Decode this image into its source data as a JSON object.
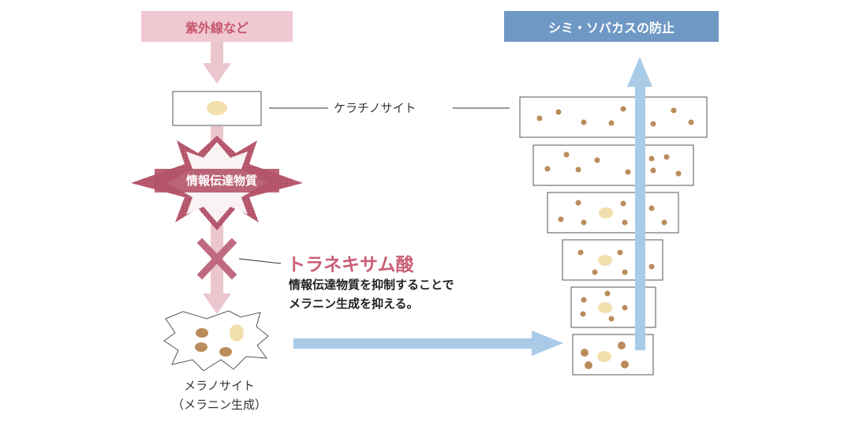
{
  "top_left_label": "紫外線など",
  "top_right_label": "シミ・ソバカスの防止",
  "keratinocyte_label": "ケラチノサイト",
  "burst_label": "情報伝達物質",
  "inhibitor": {
    "name": "トラネキサム酸",
    "effect_line1": "情報伝達物質を抑制することで",
    "effect_line2": "メラニン生成を抑える。"
  },
  "melanocyte_label": "メラノサイト",
  "melanocyte_sublabel": "（メラニン生成）",
  "colors": {
    "pink_box": "#f0c8d2",
    "pink_text": "#c6556e",
    "blue_box": "#6f98c4",
    "blue_arrow": "#a9cbe8",
    "burst": "#b4546a",
    "melanin_dot": "#b98c5c",
    "nucleus": "#f3dfae"
  }
}
